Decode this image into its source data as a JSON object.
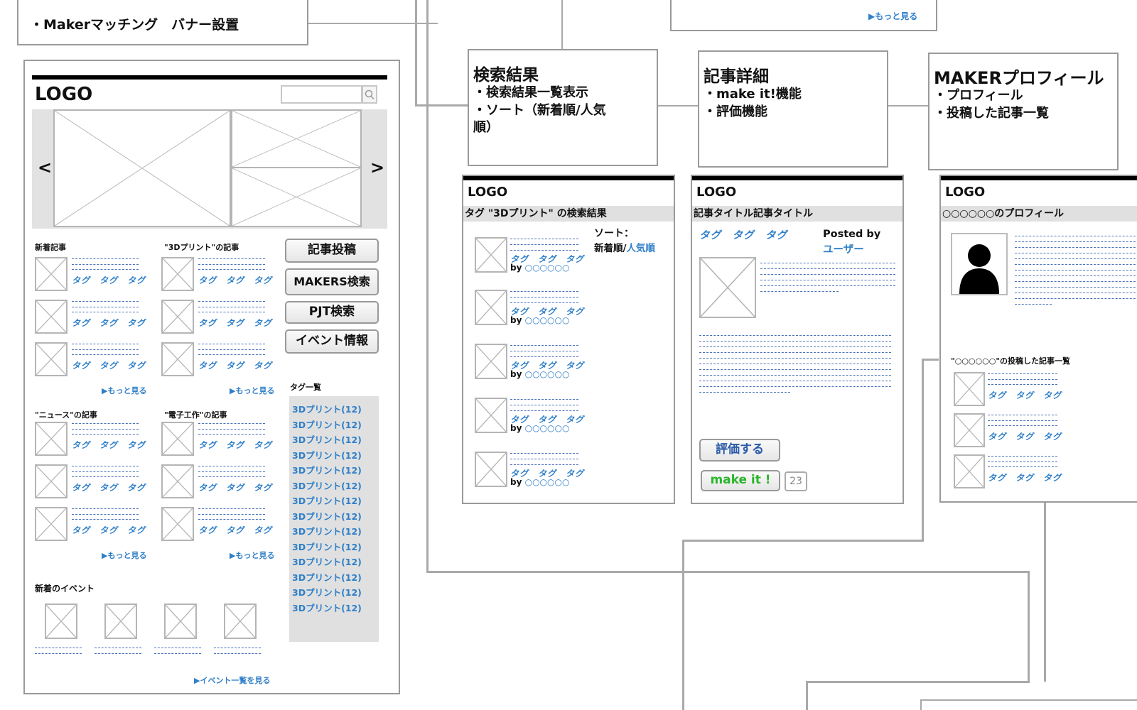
{
  "top_banner": {
    "text": "・Makerマッチング　バナー設置"
  },
  "top_more": "▶もっと見る",
  "home": {
    "logo": "LOGO",
    "carousel_prev": "<",
    "carousel_next": ">",
    "sections": {
      "new_articles": "新着記事",
      "print3d_articles": "\"3Dプリント\"の記事",
      "news_articles": "\"ニュース\"の記事",
      "electronics_articles": "\"電子工作\"の記事",
      "new_events": "新着のイベント",
      "tag_list": "タグ一覧"
    },
    "tag_row": "タグ　タグ　タグ",
    "more": "▶もっと見る",
    "event_more": "▶イベント一覧を見る",
    "buttons": {
      "post": "記事投稿",
      "makers_search": "MAKERS検索",
      "pjt_search": "PJT検索",
      "event_info": "イベント情報"
    },
    "tags": [
      "3Dプリント(12)",
      "3Dプリント(12)",
      "3Dプリント(12)",
      "3Dプリント(12)",
      "3Dプリント(12)",
      "3Dプリント(12)",
      "3Dプリント(12)",
      "3Dプリント(12)",
      "3Dプリント(12)",
      "3Dプリント(12)",
      "3Dプリント(12)",
      "3Dプリント(12)",
      "3Dプリント(12)",
      "3Dプリント(12)"
    ]
  },
  "annotations": {
    "search": {
      "title": "検索結果",
      "lines": [
        "・検索結果一覧表示",
        "・ソート（新着順/人気",
        "順）"
      ]
    },
    "article": {
      "title": "記事詳細",
      "lines": [
        "・make it!機能",
        "・評価機能"
      ]
    },
    "maker": {
      "title": "MAKERプロフィール",
      "lines": [
        "・プロフィール",
        "・投稿した記事一覧"
      ]
    }
  },
  "search_page": {
    "logo": "LOGO",
    "subtitle": "タグ \"3Dプリント\" の検索結果",
    "sort_label": "ソート：",
    "sort_new": "新着順",
    "sort_sep": "/",
    "sort_popular": "人気順",
    "tag_row": "タグ　タグ　タグ",
    "by": "by",
    "by_name": "○○○○○○"
  },
  "article_page": {
    "logo": "LOGO",
    "subtitle": "記事タイトル記事タイトル",
    "tag_row": "タグ　タグ　タグ",
    "posted_by": "Posted by",
    "user": "ユーザー",
    "rate_button": "評価する",
    "makeit_button": "make it !",
    "makeit_count": "23"
  },
  "profile_page": {
    "logo": "LOGO",
    "subtitle": "○○○○○○のプロフィール",
    "posted_list": "\"○○○○○○\"の投稿した記事一覧",
    "tag_row": "タグ　タグ　タグ"
  },
  "colors": {
    "link": "#2f7fc8",
    "makeit_green": "#2bb52b",
    "frame_grey": "#9a9a9a",
    "panel_grey": "#e0e0e0"
  }
}
